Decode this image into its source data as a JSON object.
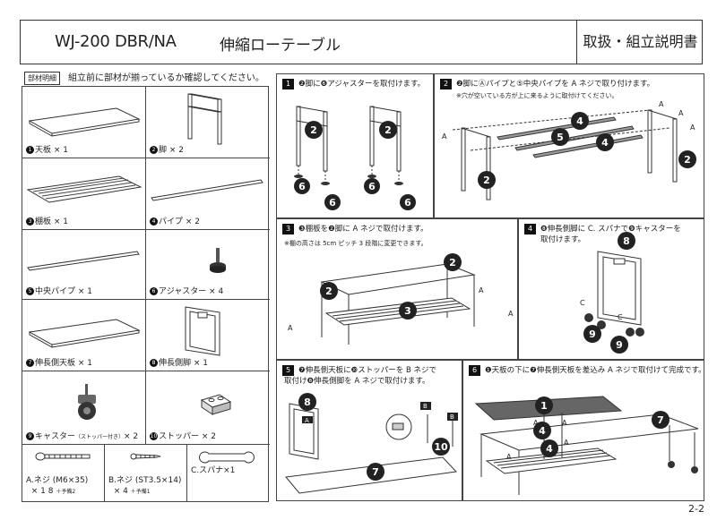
{
  "header": {
    "model": "WJ-200 DBR/NA",
    "product_name": "伸縮ローテーブル",
    "doc_title": "取扱・組立説明書"
  },
  "parts": {
    "tag": "部材明細",
    "note": "組立前に部材が揃っているか確認してください。",
    "items": [
      {
        "num": "1",
        "label": "天板 × 1"
      },
      {
        "num": "2",
        "label": "脚 × 2"
      },
      {
        "num": "3",
        "label": "棚板 × 1"
      },
      {
        "num": "4",
        "label": "パイプ × 2"
      },
      {
        "num": "5",
        "label": "中央パイプ × 1"
      },
      {
        "num": "6",
        "label": "アジャスター × 4"
      },
      {
        "num": "7",
        "label": "伸長側天板 × 1"
      },
      {
        "num": "8",
        "label": "伸長側脚 × 1"
      },
      {
        "num": "9",
        "label": "キャスター",
        "small": "（ストッパー付き）",
        "qty": "× 2"
      },
      {
        "num": "10",
        "label": "ストッパー × 2"
      }
    ],
    "hardware": [
      {
        "line1": "A.ネジ (M6×35)",
        "line2": "× 1 8",
        "spare": "＋予備2"
      },
      {
        "line1": "B.ネジ (ST3.5×14)",
        "line2": "× 4",
        "spare": "＋予備1"
      },
      {
        "line1": "C.スパナ×1",
        "line2": "",
        "spare": ""
      }
    ]
  },
  "steps": [
    {
      "num": "1",
      "text": "❷脚に❻アジャスターを取付けます。"
    },
    {
      "num": "2",
      "text": "❷脚にⒶパイプと⑤中央パイプを A ネジで取り付けます。",
      "note": "※穴が空いている方が上に来るように取付けてください。"
    },
    {
      "num": "3",
      "text": "❸棚板を❷脚に A ネジで取付けます。",
      "note": "※棚の高さは 5cm ピッチ 3 段階に変更できます。"
    },
    {
      "num": "4",
      "text": "❽伸長側脚に C. スパナで❾キャスターを",
      "text2": "取付けます。"
    },
    {
      "num": "5",
      "text": "❼伸長側天板に❿ストッパーを B ネジで",
      "text2": "取付け❽伸長側脚を A ネジで取付けます。"
    },
    {
      "num": "6",
      "text": "❶天板の下に❼伸長側天板を差込み A ネジで取付けて完成です。"
    }
  ],
  "page": "2-2"
}
